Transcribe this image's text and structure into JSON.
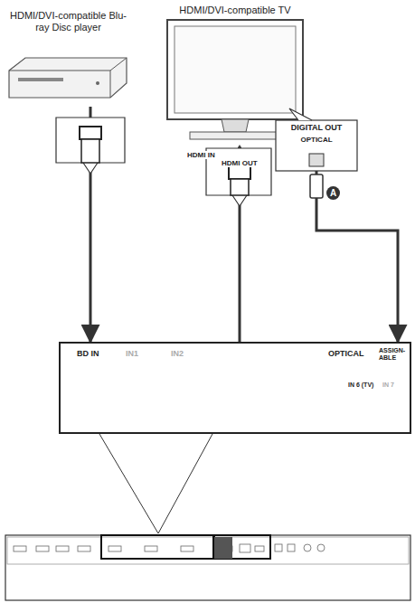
{
  "diagram": {
    "nodes": [
      {
        "text": [
          "HDMI/DVI-compatible Blu-ray Disc player"
        ]
      },
      {
        "text": [
          "HDMI/DVI-compatible TV"
        ]
      },
      {
        "text": [
          "DIGITAL OUT",
          "OPTICAL"
        ]
      },
      {
        "text": [
          "BD IN",
          "IN1",
          "IN2",
          "OPTICAL",
          "ASSIGN-ABLE",
          "IN 6 (TV)",
          "IN 7"
        ]
      }
    ],
    "edges": [
      {
        "from": 0,
        "to": 3,
        "arrow": "to"
      },
      {
        "from": 3,
        "to": 1,
        "arrow": "to"
      },
      {
        "from": 2,
        "to": 3,
        "arrow": "to"
      }
    ],
    "labels": [
      "HDMI IN",
      "HDMI OUT",
      "A"
    ]
  }
}
